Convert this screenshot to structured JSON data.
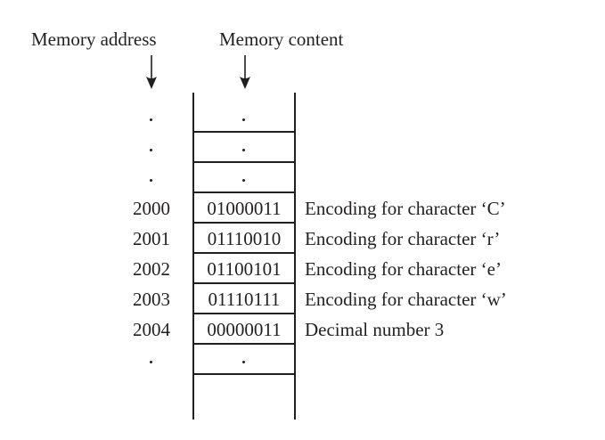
{
  "headers": {
    "address": "Memory address",
    "content": "Memory content"
  },
  "rows": [
    {
      "kind": "ellipsis"
    },
    {
      "kind": "ellipsis"
    },
    {
      "kind": "ellipsis"
    },
    {
      "kind": "value",
      "address": "2000",
      "content": "01000011",
      "description": "Encoding for character ‘C’"
    },
    {
      "kind": "value",
      "address": "2001",
      "content": "01110010",
      "description": "Encoding for character ‘r’"
    },
    {
      "kind": "value",
      "address": "2002",
      "content": "01100101",
      "description": "Encoding for character ‘e’"
    },
    {
      "kind": "value",
      "address": "2003",
      "content": "01110111",
      "description": "Encoding for character ‘w’"
    },
    {
      "kind": "value",
      "address": "2004",
      "content": "00000011",
      "description": "Decimal number 3"
    },
    {
      "kind": "ellipsis"
    }
  ]
}
